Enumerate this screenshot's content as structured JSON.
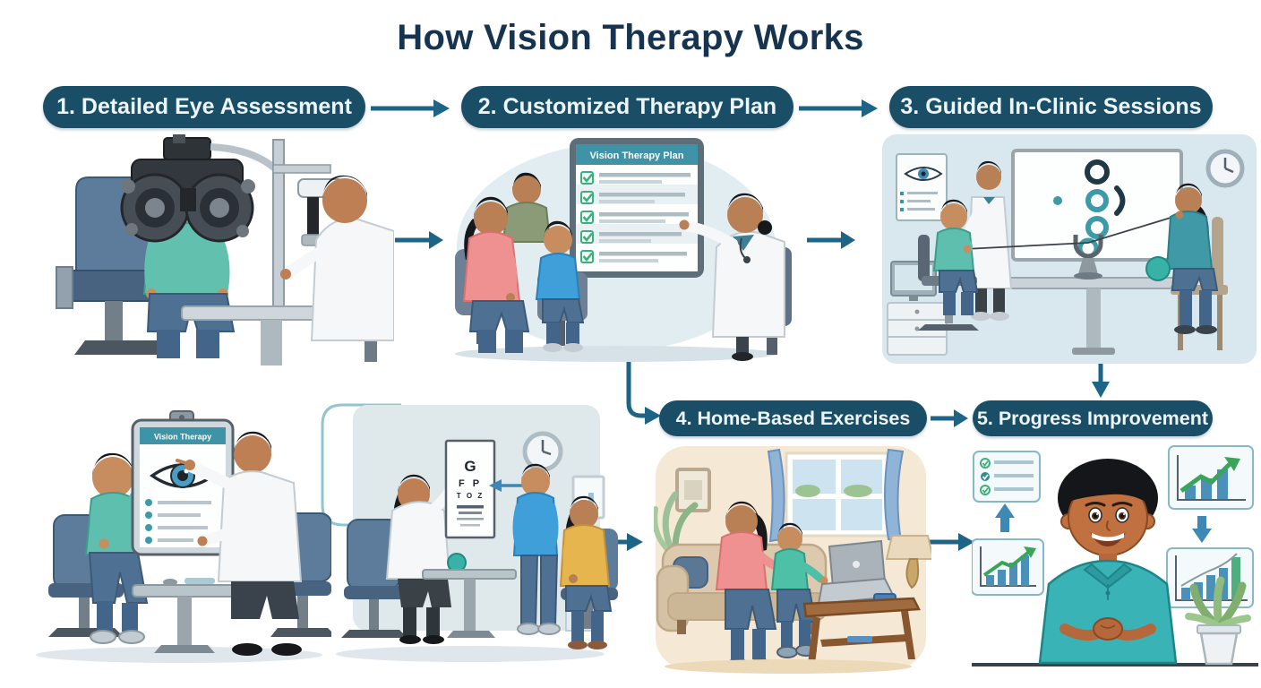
{
  "title": "How Vision Therapy Works",
  "steps": [
    {
      "label": "1. Detailed Eye Assessment"
    },
    {
      "label": "2. Customized Therapy Plan"
    },
    {
      "label": "3. Guided In-Clinic Sessions"
    },
    {
      "label": "4. Home-Based Exercises"
    },
    {
      "label": "5. Progress Improvement"
    }
  ],
  "plan_board": {
    "title": "Vision Therapy Plan"
  },
  "clipboard": {
    "title": "Vision Therapy"
  },
  "eye_chart": {
    "row1": "G",
    "row2": "F P",
    "row3": "T O Z"
  },
  "colors": {
    "title_text": "#16334f",
    "pill_bg": "#1a4d66",
    "pill_text": "#ecf5f7",
    "arrow": "#1e6486",
    "accent_teal": "#3e93a6",
    "check_green": "#3fae7e",
    "room_blue": "#d8e8ee"
  }
}
